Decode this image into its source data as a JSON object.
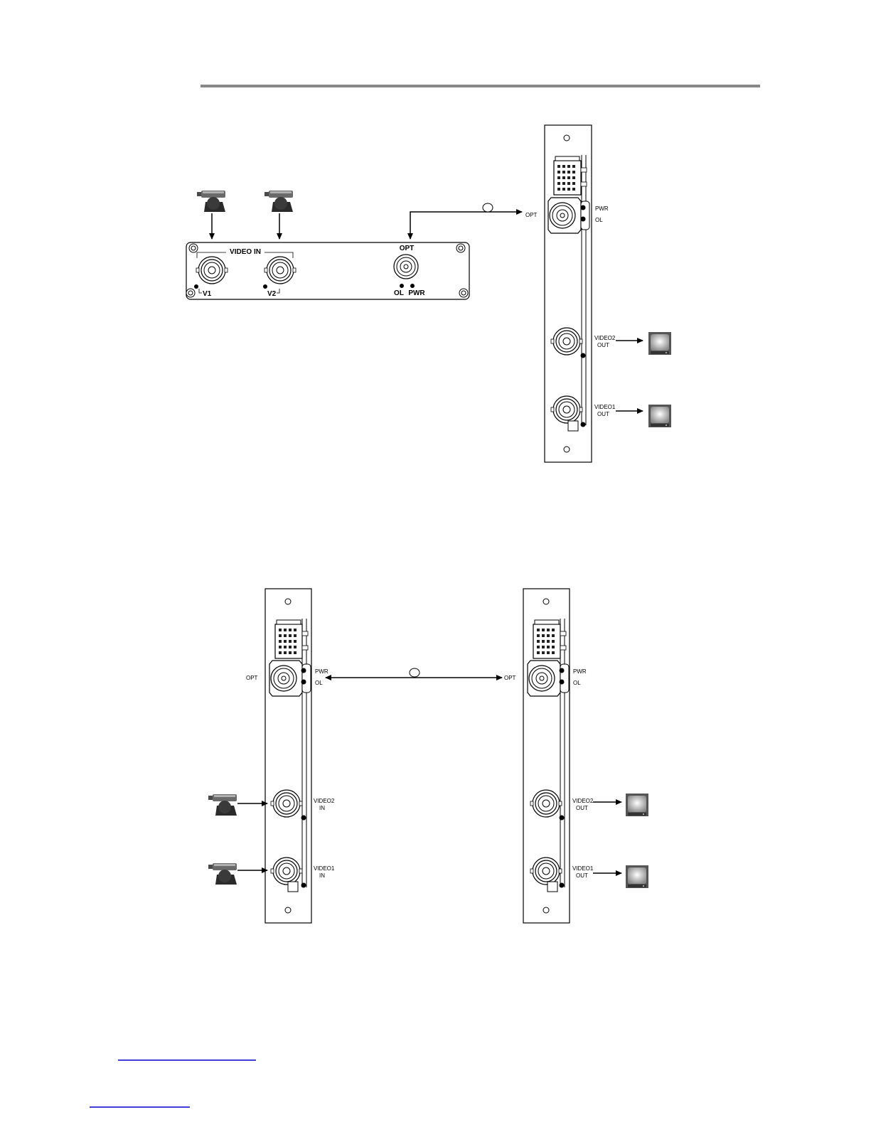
{
  "diagram1": {
    "transmitter": {
      "group_label": "VIDEO IN",
      "port_v1": "V1",
      "port_v2": "V2",
      "port_opt": "OPT",
      "led_ol": "OL",
      "led_pwr": "PWR"
    },
    "receiver": {
      "opt": "OPT",
      "pwr": "PWR",
      "ol": "OL",
      "video2": [
        "VIDEO2",
        "OUT"
      ],
      "video1": [
        "VIDEO1",
        "OUT"
      ]
    }
  },
  "diagram2": {
    "left_card": {
      "opt": "OPT",
      "pwr": "PWR",
      "ol": "OL",
      "video2": [
        "VIDEO2",
        "IN"
      ],
      "video1": [
        "VIDEO1",
        "IN"
      ]
    },
    "right_card": {
      "opt": "OPT",
      "pwr": "PWR",
      "ol": "OL",
      "video2": [
        "VIDEO2",
        "OUT"
      ],
      "video1": [
        "VIDEO1",
        "OUT"
      ]
    }
  },
  "colors": {
    "rule": "#888888",
    "panel": "#f5f5f5",
    "link": "#0000cc"
  }
}
